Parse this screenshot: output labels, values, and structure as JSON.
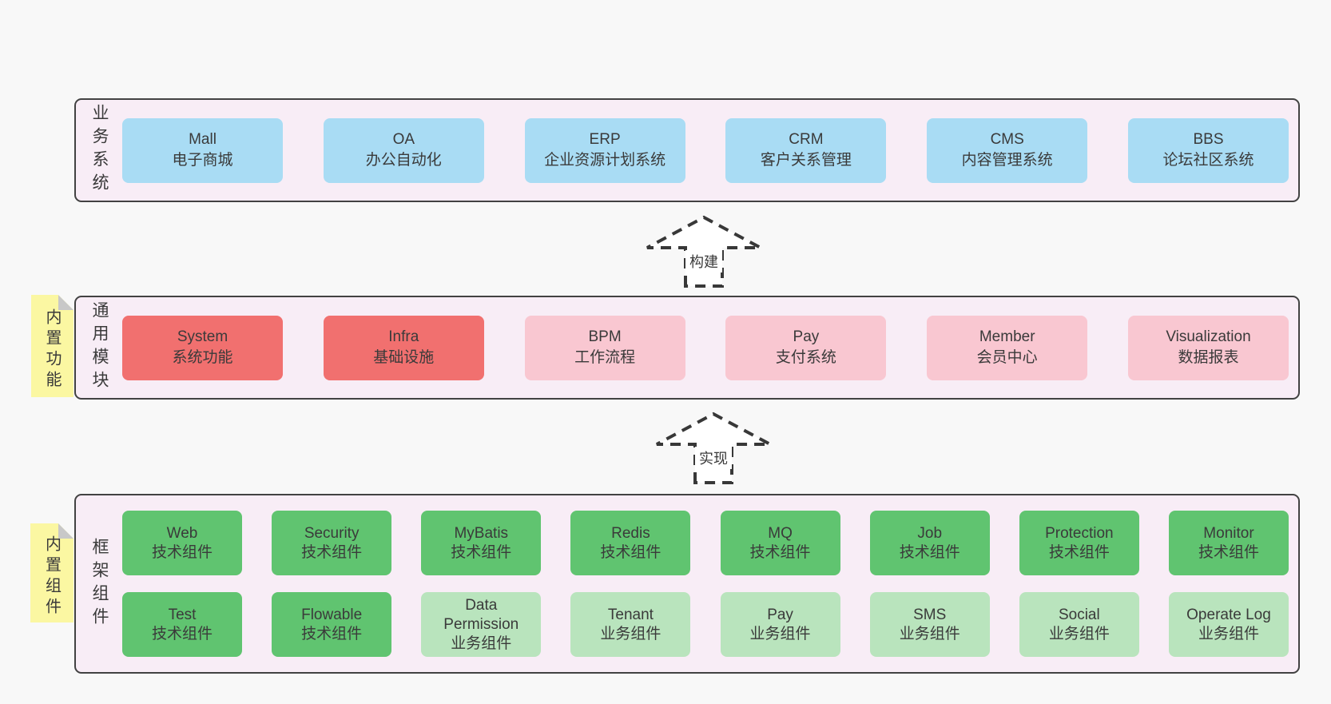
{
  "colors": {
    "background": "#f8f8f8",
    "band_fill": "#f8edf6",
    "band_border": "#424242",
    "blue_box": "#a9dcf4",
    "red_box": "#f1706f",
    "pink_box": "#f9c7d1",
    "green_box": "#60c470",
    "light_green_box": "#b9e4bd",
    "note_fill": "#fbf7a2",
    "note_fold": "#c8c8c8",
    "text": "#3a3a3a",
    "arrow_stroke": "#383838"
  },
  "arrows": [
    {
      "label": "构建"
    },
    {
      "label": "实现"
    }
  ],
  "bands": [
    {
      "label": "业务系统",
      "boxes": [
        {
          "name": "Mall",
          "desc": "电子商城"
        },
        {
          "name": "OA",
          "desc": "办公自动化"
        },
        {
          "name": "ERP",
          "desc": "企业资源计划系统"
        },
        {
          "name": "CRM",
          "desc": "客户关系管理"
        },
        {
          "name": "CMS",
          "desc": "内容管理系统"
        },
        {
          "name": "BBS",
          "desc": "论坛社区系统"
        }
      ]
    },
    {
      "label": "通用模块",
      "note": "内置功能",
      "boxes": [
        {
          "name": "System",
          "desc": "系统功能"
        },
        {
          "name": "Infra",
          "desc": "基础设施"
        },
        {
          "name": "BPM",
          "desc": "工作流程"
        },
        {
          "name": "Pay",
          "desc": "支付系统"
        },
        {
          "name": "Member",
          "desc": "会员中心"
        },
        {
          "name": "Visualization",
          "desc": "数据报表"
        }
      ]
    },
    {
      "label": "框架组件",
      "note": "内置组件",
      "rows": [
        [
          {
            "name": "Web",
            "desc": "技术组件"
          },
          {
            "name": "Security",
            "desc": "技术组件"
          },
          {
            "name": "MyBatis",
            "desc": "技术组件"
          },
          {
            "name": "Redis",
            "desc": "技术组件"
          },
          {
            "name": "MQ",
            "desc": "技术组件"
          },
          {
            "name": "Job",
            "desc": "技术组件"
          },
          {
            "name": "Protection",
            "desc": "技术组件"
          },
          {
            "name": "Monitor",
            "desc": "技术组件"
          }
        ],
        [
          {
            "name": "Test",
            "desc": "技术组件"
          },
          {
            "name": "Flowable",
            "desc": "技术组件"
          },
          {
            "name": "Data Permission",
            "desc": "业务组件"
          },
          {
            "name": "Tenant",
            "desc": "业务组件"
          },
          {
            "name": "Pay",
            "desc": "业务组件"
          },
          {
            "name": "SMS",
            "desc": "业务组件"
          },
          {
            "name": "Social",
            "desc": "业务组件"
          },
          {
            "name": "Operate Log",
            "desc": "业务组件"
          }
        ]
      ]
    }
  ]
}
